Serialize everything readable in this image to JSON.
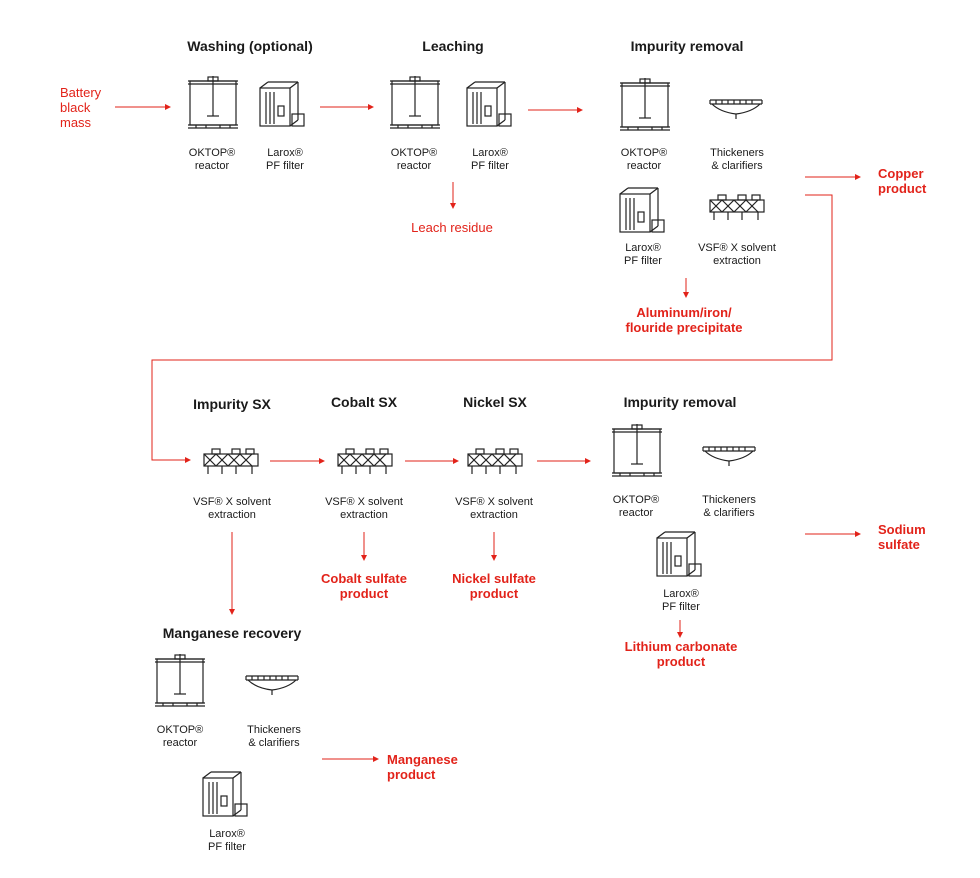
{
  "colors": {
    "accent": "#e2231a",
    "ink": "#222222"
  },
  "stages": {
    "washing": "Washing (optional)",
    "leaching": "Leaching",
    "impurity_removal_1": "Impurity removal",
    "impurity_sx": "Impurity SX",
    "cobalt_sx": "Cobalt SX",
    "nickel_sx": "Nickel SX",
    "impurity_removal_2": "Impurity removal",
    "manganese_recovery": "Manganese recovery"
  },
  "equipment": {
    "oktop_1": "OKTOP®",
    "oktop_2": "reactor",
    "larox_1": "Larox®",
    "larox_2": "PF filter",
    "thick_1": "Thickeners",
    "thick_2": "& clarifiers",
    "vsf_1": "VSF® X solvent",
    "vsf_2": "extraction"
  },
  "flows": {
    "input_1": "Battery",
    "input_2": "black",
    "input_3": "mass",
    "leach_residue": "Leach residue",
    "copper_1": "Copper",
    "copper_2": "product",
    "al_1": "Aluminum/iron/",
    "al_2": "flouride precipitate",
    "cobalt_1": "Cobalt sulfate",
    "cobalt_2": "product",
    "nickel_1": "Nickel sulfate",
    "nickel_2": "product",
    "lithium_1": "Lithium carbonate",
    "lithium_2": "product",
    "sodium_1": "Sodium",
    "sodium_2": "sulfate",
    "manganese_1": "Manganese",
    "manganese_2": "product"
  },
  "icons": [
    "reactor-icon",
    "filter-icon",
    "thickener-icon",
    "solvent-extraction-icon"
  ]
}
